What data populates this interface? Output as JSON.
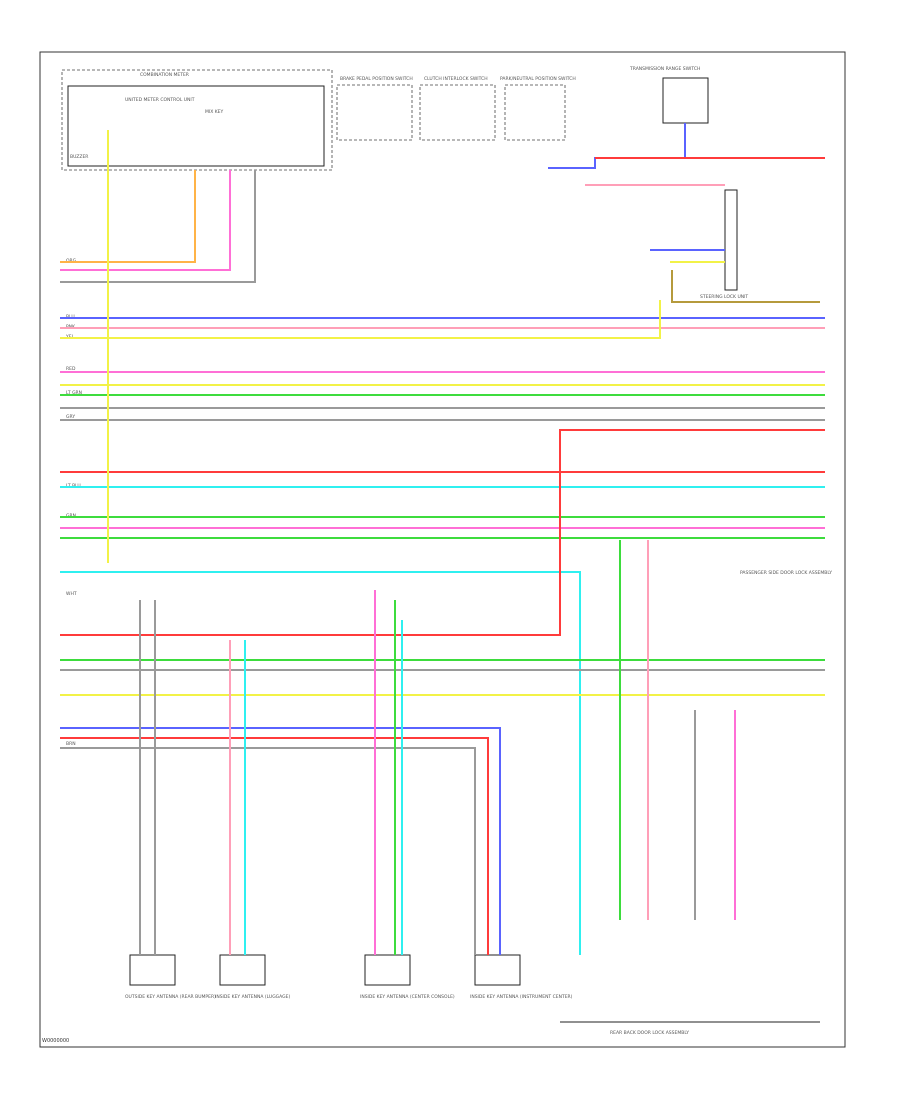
{
  "page_code": "W0000000",
  "modules": {
    "combination_meter": "COMBINATION METER",
    "meter_control_unit": "UNITED METER CONTROL UNIT",
    "mix_key": "MIX KEY",
    "buzzer": "BUZZER",
    "stop_lamp_switch": "BRAKE PEDAL POSITION SWITCH",
    "clutch_switch": "CLUTCH INTERLOCK SWITCH",
    "park_neutral_switch": "PARK/NEUTRAL POSITION SWITCH",
    "trans_range": "TRANSMISSION RANGE SWITCH",
    "steering_lock": "STEERING LOCK UNIT",
    "smart_entry": "PASSENGER SIDE DOOR LOCK ASSEMBLY",
    "rear_door_lock": "REAR BACK DOOR LOCK ASSEMBLY"
  },
  "bottom_components": [
    "OUTSIDE KEY ANTENNA (REAR BUMPER)",
    "INSIDE KEY ANTENNA (LUGGAGE)",
    "INSIDE KEY ANTENNA (CENTER CONSOLE)",
    "INSIDE KEY ANTENNA (INSTRUMENT CENTER)"
  ],
  "wire_labels": {
    "blu": "BLU",
    "pnk": "PNK",
    "grn": "GRN",
    "yel": "YEL",
    "red": "RED",
    "gry": "GRY",
    "lt_grn": "LT GRN",
    "lt_blu": "LT BLU",
    "brn": "BRN",
    "wht": "WHT",
    "org": "ORG"
  },
  "colors": {
    "red": "#ff3b3b",
    "pink": "#ff6fd6",
    "pink_lt": "#ff9fb8",
    "yellow": "#f2f247",
    "green": "#3ddc3d",
    "cyan": "#2ff0f0",
    "blue": "#5a63ff",
    "orange": "#ffb347",
    "gray": "#9a9a9a",
    "brown": "#b59a3c",
    "black": "#222222"
  }
}
